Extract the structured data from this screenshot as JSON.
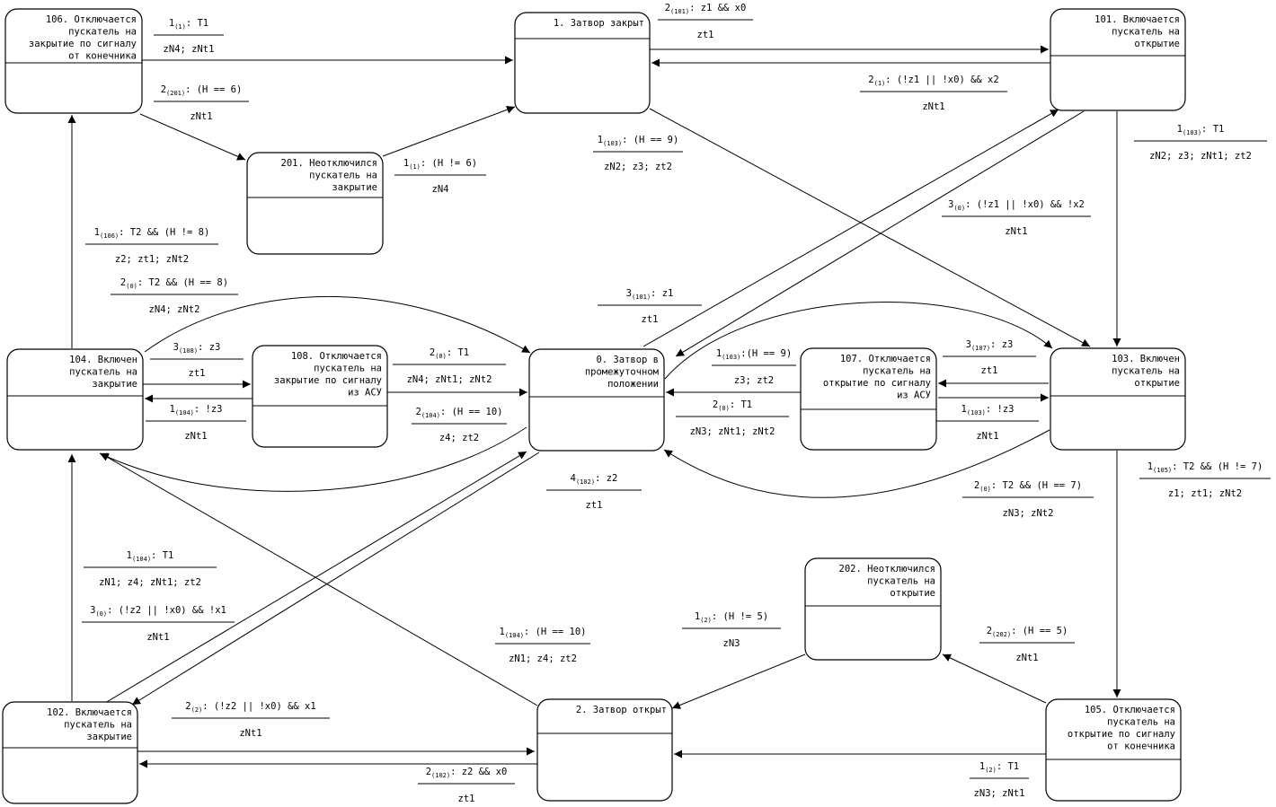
{
  "states": {
    "s0": [
      "0. Затвор в",
      "промежуточном",
      "положении"
    ],
    "s1": [
      "1. Затвор закрыт"
    ],
    "s2": [
      "2. Затвор открыт"
    ],
    "s101": [
      "101. Включается",
      "пускатель на",
      "открытие"
    ],
    "s102": [
      "102. Включается",
      "пускатель на",
      "закрытие"
    ],
    "s103": [
      "103. Включен",
      "пускатель на",
      "открытие"
    ],
    "s104": [
      "104. Включен",
      "пускатель на",
      "закрытие"
    ],
    "s105": [
      "105. Отключается",
      "пускатель на",
      "открытие по сигналу",
      "от конечника"
    ],
    "s106": [
      "106. Отключается",
      "пускатель на",
      "закрытие по сигналу",
      "от конечника"
    ],
    "s107": [
      "107. Отключается",
      "пускатель на",
      "открытие по сигналу",
      "из АСУ"
    ],
    "s108": [
      "108. Отключается",
      "пускатель на",
      "закрытие по сигналу",
      "из АСУ"
    ],
    "s201": [
      "201. Неотключился",
      "пускатель на",
      "закрытие"
    ],
    "s202": [
      "202. Неотключился",
      "пускатель на",
      "открытие"
    ]
  },
  "transitions": [
    {
      "id": "t106_1",
      "n": "1",
      "sub": "(1)",
      "cond": ": T1",
      "act": "zN4; zNt1"
    },
    {
      "id": "t106_201",
      "n": "2",
      "sub": "(201)",
      "cond": ": (H == 6)",
      "act": "zNt1"
    },
    {
      "id": "t201_1",
      "n": "1",
      "sub": "(1)",
      "cond": ": (H != 6)",
      "act": "zN4"
    },
    {
      "id": "t1_101",
      "n": "2",
      "sub": "(101)",
      "cond": ": z1 && x0",
      "act": "zt1"
    },
    {
      "id": "t101_1",
      "n": "2",
      "sub": "(1)",
      "cond": ": (!z1 || !x0) && x2",
      "act": "zNt1"
    },
    {
      "id": "t1_103",
      "n": "1",
      "sub": "(103)",
      "cond": ": (H == 9)",
      "act": "zN2; z3; zt2"
    },
    {
      "id": "t101_103",
      "n": "1",
      "sub": "(103)",
      "cond": ": T1",
      "act": "zN2; z3; zNt1; zt2"
    },
    {
      "id": "t101_0",
      "n": "3",
      "sub": "(0)",
      "cond": ": (!z1 || !x0) && !x2",
      "act": "zNt1"
    },
    {
      "id": "t0_101",
      "n": "3",
      "sub": "(101)",
      "cond": ": z1",
      "act": "zt1"
    },
    {
      "id": "t104_106",
      "n": "1",
      "sub": "(106)",
      "cond": ": T2 && (H != 8)",
      "act": "z2; zt1; zNt2"
    },
    {
      "id": "t104_0_top",
      "n": "2",
      "sub": "(0)",
      "cond": ": T2 && (H == 8)",
      "act": "zN4; zNt2"
    },
    {
      "id": "t104_108",
      "n": "3",
      "sub": "(108)",
      "cond": ": z3",
      "act": "zt1"
    },
    {
      "id": "t108_104",
      "n": "1",
      "sub": "(104)",
      "cond": ": !z3",
      "act": "zNt1"
    },
    {
      "id": "t108_0",
      "n": "2",
      "sub": "(0)",
      "cond": ": T1",
      "act": "zN4; zNt1; zNt2"
    },
    {
      "id": "t0_104",
      "n": "2",
      "sub": "(104)",
      "cond": ": (H == 10)",
      "act": "z4; zt2"
    },
    {
      "id": "t0_103",
      "n": "1",
      "sub": "(103)",
      "cond": ":(H == 9)",
      "act": "z3; zt2"
    },
    {
      "id": "t107_0",
      "n": "2",
      "sub": "(0)",
      "cond": ": T1",
      "act": "zN3; zNt1; zNt2"
    },
    {
      "id": "t103_107",
      "n": "3",
      "sub": "(107)",
      "cond": ": z3",
      "act": "zt1"
    },
    {
      "id": "t107_103",
      "n": "1",
      "sub": "(103)",
      "cond": ": !z3",
      "act": "zNt1"
    },
    {
      "id": "t103_105",
      "n": "1",
      "sub": "(105)",
      "cond": ": T2 && (H != 7)",
      "act": "z1; zt1; zNt2"
    },
    {
      "id": "t103_0",
      "n": "2",
      "sub": "(0)",
      "cond": ": T2 && (H == 7)",
      "act": "zN3; zNt2"
    },
    {
      "id": "t0_102",
      "n": "4",
      "sub": "(102)",
      "cond": ": z2",
      "act": "zt1"
    },
    {
      "id": "t102_104",
      "n": "1",
      "sub": "(104)",
      "cond": ": T1",
      "act": "zN1; z4; zNt1; zt2"
    },
    {
      "id": "t102_0",
      "n": "3",
      "sub": "(0)",
      "cond": ": (!z2 || !x0) && !x1",
      "act": "zNt1"
    },
    {
      "id": "t2_104",
      "n": "1",
      "sub": "(104)",
      "cond": ": (H == 10)",
      "act": "zN1; z4; zt2"
    },
    {
      "id": "t202_2",
      "n": "1",
      "sub": "(2)",
      "cond": ": (H != 5)",
      "act": "zN3"
    },
    {
      "id": "t105_202",
      "n": "2",
      "sub": "(202)",
      "cond": ": (H == 5)",
      "act": "zNt1"
    },
    {
      "id": "t102_2",
      "n": "2",
      "sub": "(2)",
      "cond": ": (!z2 || !x0) && x1",
      "act": "zNt1"
    },
    {
      "id": "t2_102",
      "n": "2",
      "sub": "(102)",
      "cond": ": z2 && x0",
      "act": "zt1"
    },
    {
      "id": "t105_2",
      "n": "1",
      "sub": "(2)",
      "cond": ": T1",
      "act": "zN3; zNt1"
    }
  ]
}
